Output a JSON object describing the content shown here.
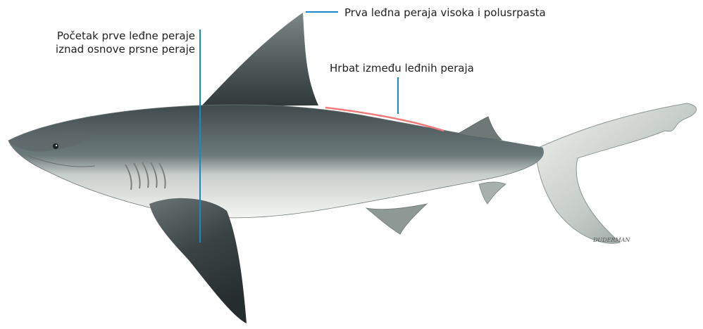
{
  "annotations": {
    "first_dorsal_fin": "Prva leđna peraja visoka i polusrpasta",
    "dorsal_origin_line1": "Početak prve leđne peraje",
    "dorsal_origin_line2": "iznad osnove prsne peraje",
    "interdorsal_ridge": "Hrbat između leđnih peraja"
  },
  "colors": {
    "callout_line": "#1a88c9",
    "ridge_highlight": "#f07a7a",
    "body_dark": "#4e5a5c",
    "body_light": "#e9ecea",
    "fin_dark": "#3d4647"
  },
  "illustration": {
    "subject": "shark-side-view",
    "signature": "DUDERMAN"
  }
}
